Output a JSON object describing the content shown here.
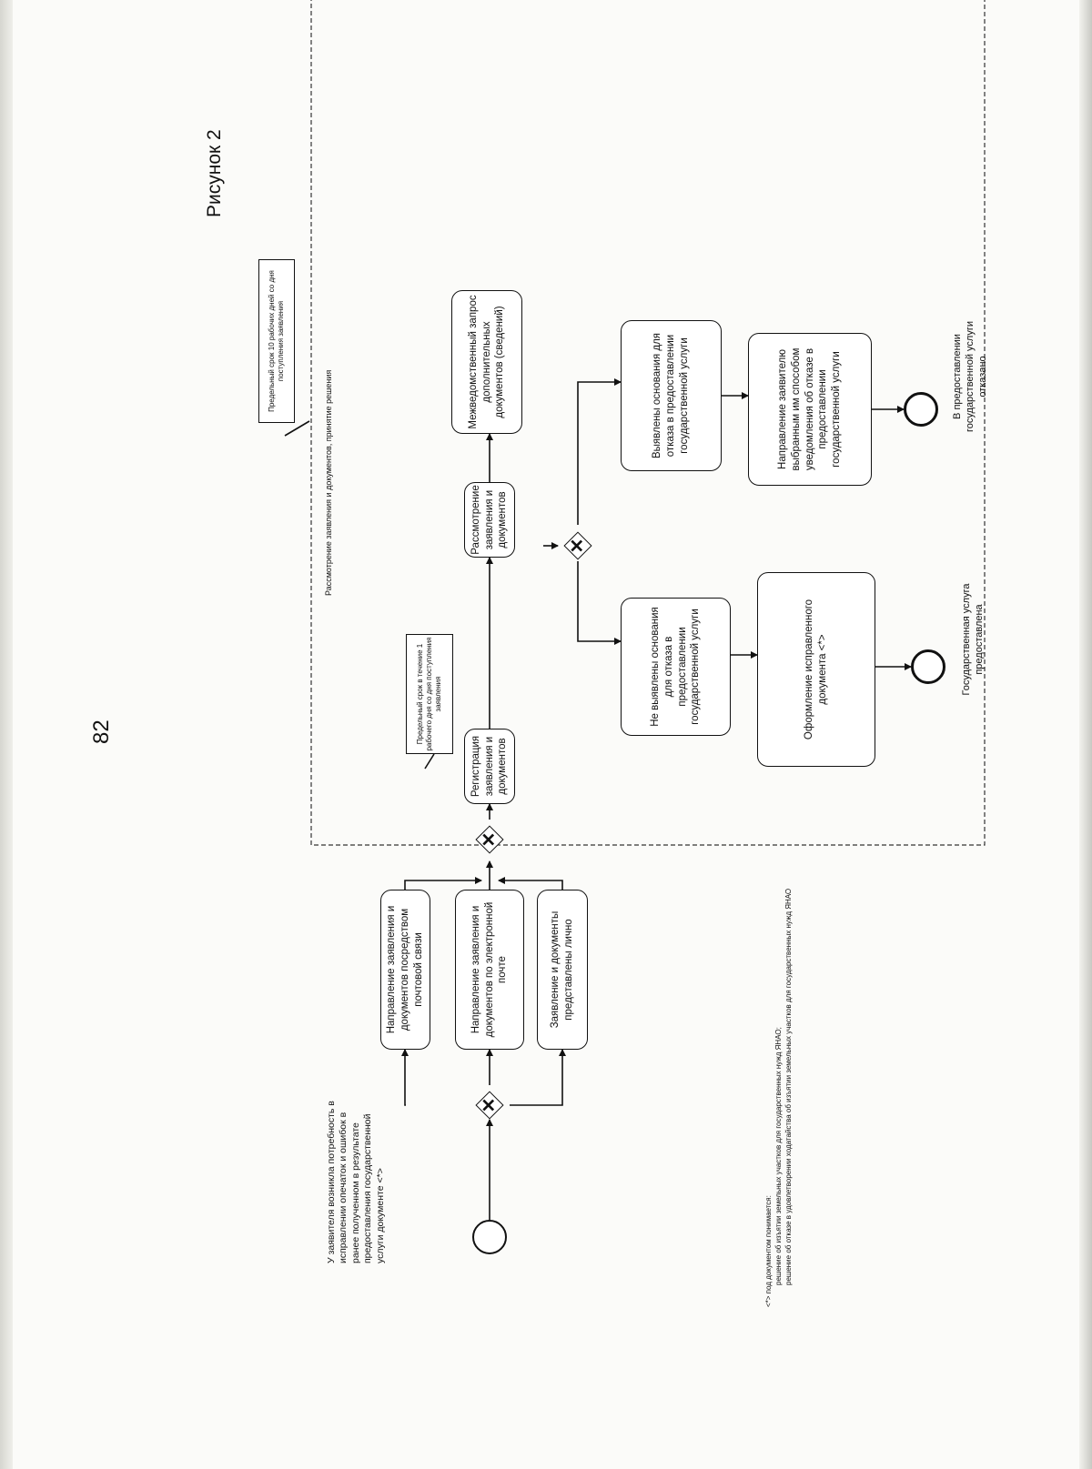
{
  "page_number": "82",
  "figure_label": "Рисунок 2",
  "start_event": "У заявителя возникла потребность в исправлении опечаток и ошибок в ранее полученном в результате предоставления государственной услуги документе <*>",
  "submission_tasks": [
    "Направление заявления и документов посредством почтовой связи",
    "Направление заявления и документов по электронной почте",
    "Заявление и документы представлены лично"
  ],
  "subprocess_label": "Рассмотрение заявления и документов, принятие решения",
  "deadline_overall": "Предельный срок 10 рабочих дней со дня поступления заявления",
  "deadline_registration": "Предельный срок в течение 1 рабочего дня со дня поступления заявления",
  "task_registration": "Регистрация заявления и документов",
  "task_review": "Рассмотрение заявления и документов",
  "task_interagency": "Межведомственный запрос дополнительных документов (сведений)",
  "task_no_grounds": "Не выявлены основания для отказа в предоставлении государственной услуги",
  "task_grounds_found": "Выявлены основания для отказа в предоставлении государственной услуги",
  "task_issue_corrected": "Оформление исправленного документа <*>",
  "task_notify_refusal": "Направление заявителю выбранным им способом уведомления об отказе в предоставлении государственной услуги",
  "end_provided": "Государственная услуга предоставлена",
  "end_refused": "В предоставлении государственной услуги отказано",
  "footnote": {
    "line1": "<*> под документом понимается:",
    "line2": "решение об изъятии земельных участков для государственных нужд ЯНАО;",
    "line3": "решение об отказе в удовлетворении ходатайства об изъятии земельных участков для государственных нужд ЯНАО"
  }
}
